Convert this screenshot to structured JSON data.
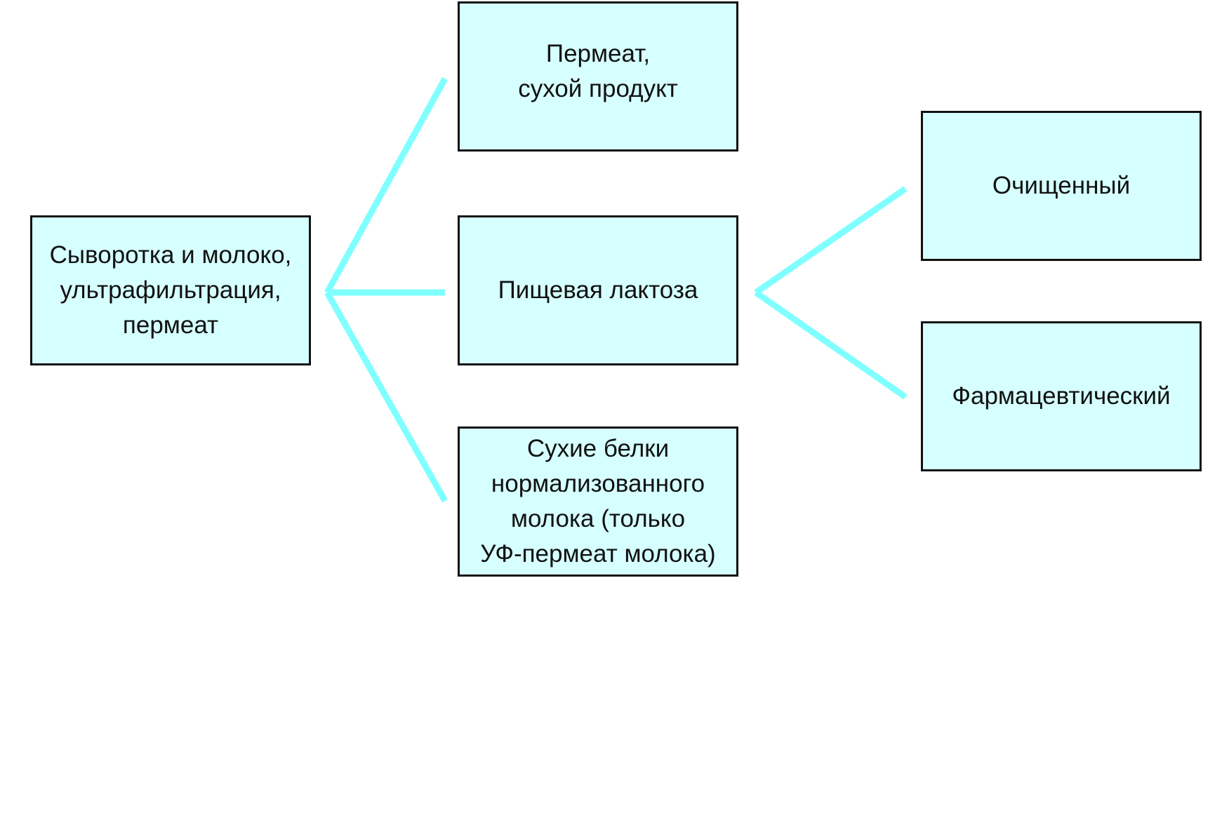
{
  "colors": {
    "connector": "#80ffff",
    "box_fill": "#d6ffff",
    "border": "#111111"
  },
  "nodes": {
    "source": "Сыворотка и молоко,\nультрафильтрация,\nпермеат",
    "permeate_dry": "Пермеат,\nсухой продукт",
    "food_lactose": "Пищевая лактоза",
    "milk_solids": "Сухие белки\nнормализованного\nмолока (только\nУФ-пермеат молока)",
    "refined": "Очищенный",
    "pharmaceutical": "Фармацевтический"
  }
}
